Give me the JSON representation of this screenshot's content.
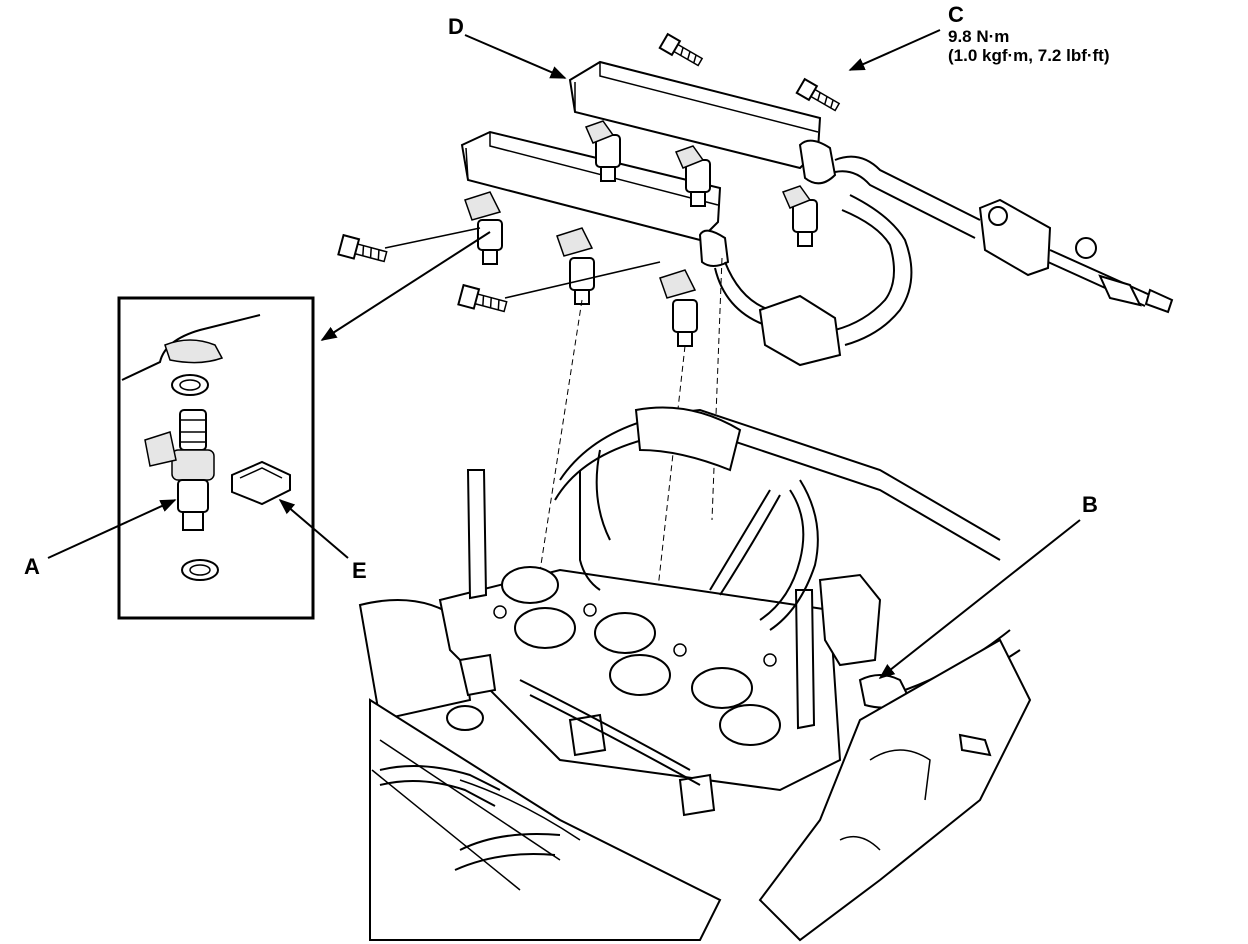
{
  "labels": {
    "a": "A",
    "b": "B",
    "c": "C",
    "d": "D",
    "e": "E"
  },
  "torque": {
    "line1": "9.8 N·m",
    "line2": "(1.0 kgf·m, 7.2 lbf·ft)"
  }
}
